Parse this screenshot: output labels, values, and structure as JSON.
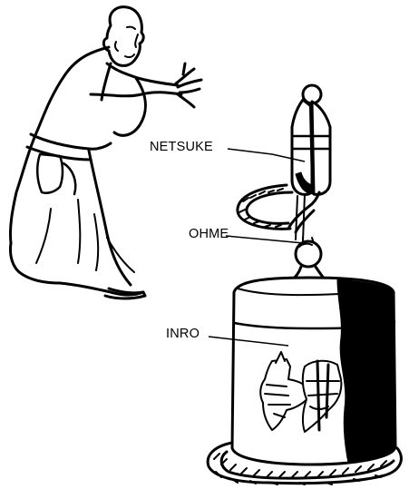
{
  "labels": {
    "netsuke": "NETSUKE",
    "ohme": "OHME",
    "inro": "INRO"
  },
  "colors": {
    "ink": "#000000",
    "paper": "#ffffff"
  }
}
